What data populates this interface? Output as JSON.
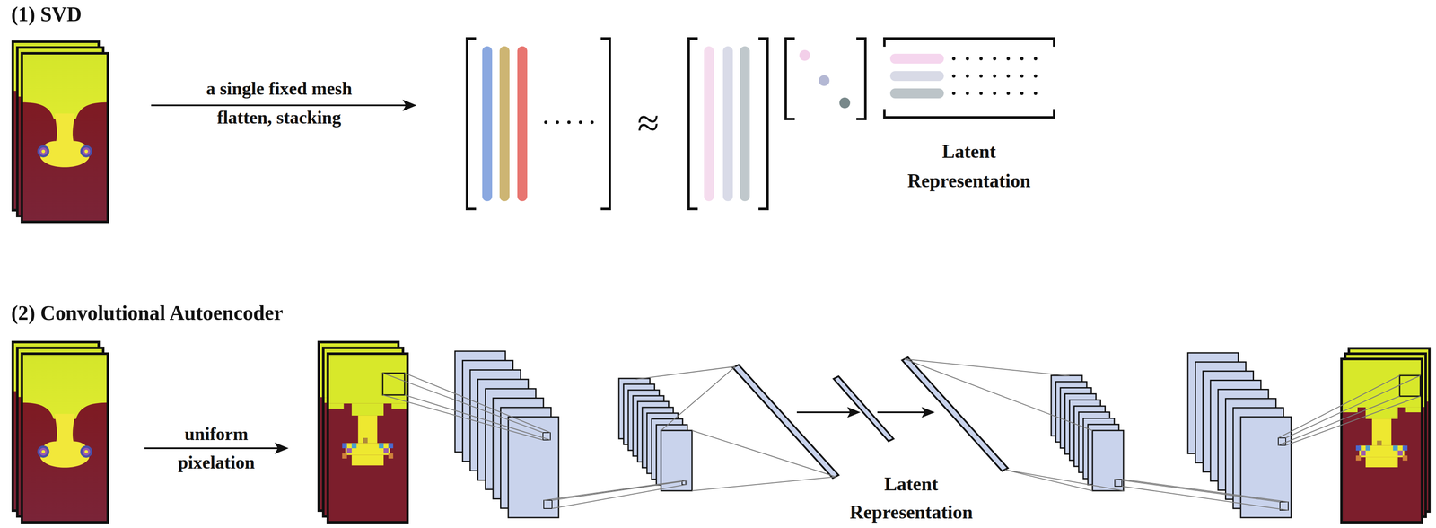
{
  "diagram": {
    "labels": [
      "(1) SVD",
      "a single fixed mesh",
      "flatten, stacking",
      "≈",
      "Latent Representation",
      "(2) Convolutional Autoencoder",
      "uniform pixelation",
      "Latent Representation"
    ]
  }
}
